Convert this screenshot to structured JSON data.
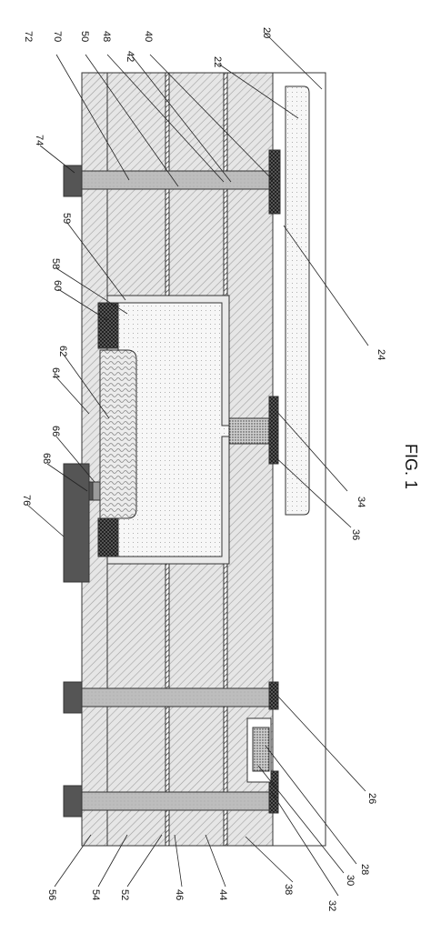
{
  "figure": {
    "caption": "FIG. 1",
    "reference_numerals": [
      "20",
      "22",
      "24",
      "26",
      "28",
      "30",
      "32",
      "34",
      "36",
      "38",
      "40",
      "42",
      "44",
      "46",
      "48",
      "50",
      "52",
      "54",
      "56",
      "58",
      "59",
      "60",
      "62",
      "64",
      "66",
      "68",
      "70",
      "72",
      "74",
      "76"
    ]
  },
  "colors": {
    "substrate": "#ffffff",
    "dielectric_hatch": "#d6d6d6",
    "metal_via": "#b8b8b8",
    "pad": "#555555",
    "contact_dark": "#3a3a3a",
    "cavity_dots": "#f4f4f4",
    "membrane_wave": "#e0e0e0",
    "outline": "#333333"
  }
}
